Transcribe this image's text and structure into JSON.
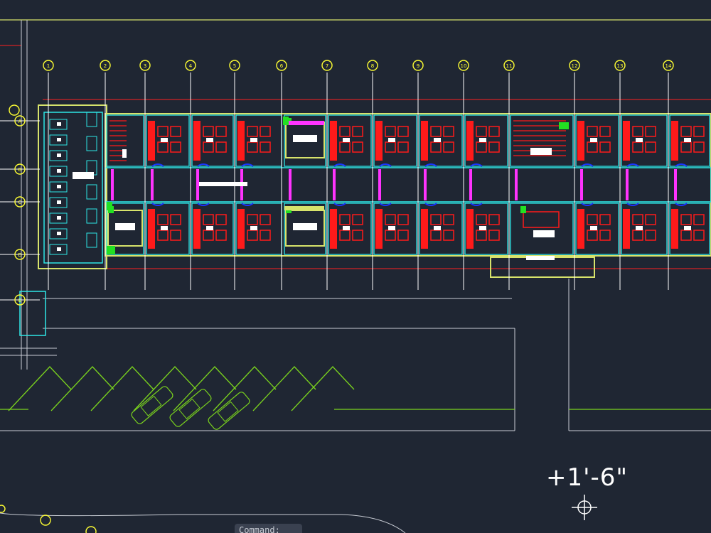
{
  "app": {
    "background": "#1f2633"
  },
  "colors": {
    "wall": "#d7e36b",
    "partition": "#2ee6e6",
    "furniture": "#ff1a1a",
    "door": "#1a34ff",
    "opening": "#ff33ff",
    "fixture": "#22e022",
    "gridline": "#ffffff",
    "bubble": "#ffff33",
    "parking": "#7ad21e",
    "property_line": "#ff2020"
  },
  "grid": {
    "bubble_labels": [
      "1",
      "2",
      "3",
      "4",
      "5",
      "6",
      "7",
      "8",
      "9",
      "10",
      "11",
      "12",
      "13",
      "14"
    ],
    "row_labels": [
      "A",
      "B",
      "C",
      "D",
      "E"
    ]
  },
  "elevation_label": "+1'-6\"",
  "cursor": {
    "icon": "crosshair-cursor-icon"
  },
  "command_line": {
    "label": "Command:"
  }
}
